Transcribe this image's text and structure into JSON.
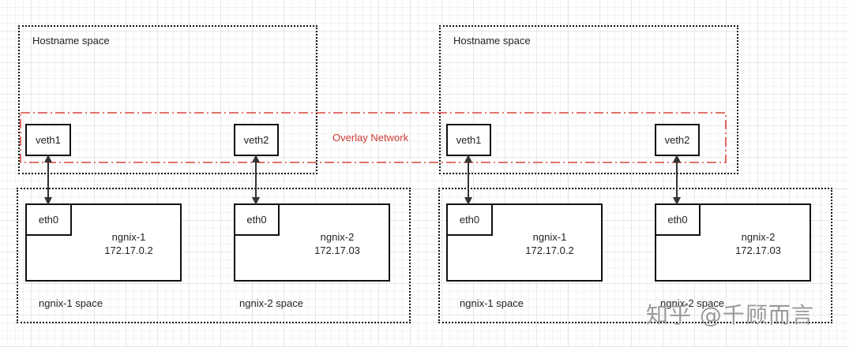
{
  "hosts": [
    {
      "hostname_label": "Hostname space",
      "veth_a": "veth1",
      "veth_b": "veth2",
      "space_a_label": "ngnix-1 space",
      "space_b_label": "ngnix-2 space",
      "container_a": {
        "eth": "eth0",
        "name": "ngnix-1",
        "ip": "172.17.0.2"
      },
      "container_b": {
        "eth": "eth0",
        "name": "ngnix-2",
        "ip": "172.17.03"
      }
    },
    {
      "hostname_label": "Hostname space",
      "veth_a": "veth1",
      "veth_b": "veth2",
      "space_a_label": "ngnix-1 space",
      "space_b_label": "ngnix-2 space",
      "container_a": {
        "eth": "eth0",
        "name": "ngnix-1",
        "ip": "172.17.0.2"
      },
      "container_b": {
        "eth": "eth0",
        "name": "ngnix-2",
        "ip": "172.17.03"
      }
    }
  ],
  "overlay_label": "Overlay Network",
  "watermark": "知乎 @千顾而言",
  "colors": {
    "overlay": "#d9453d",
    "border": "#111111"
  }
}
